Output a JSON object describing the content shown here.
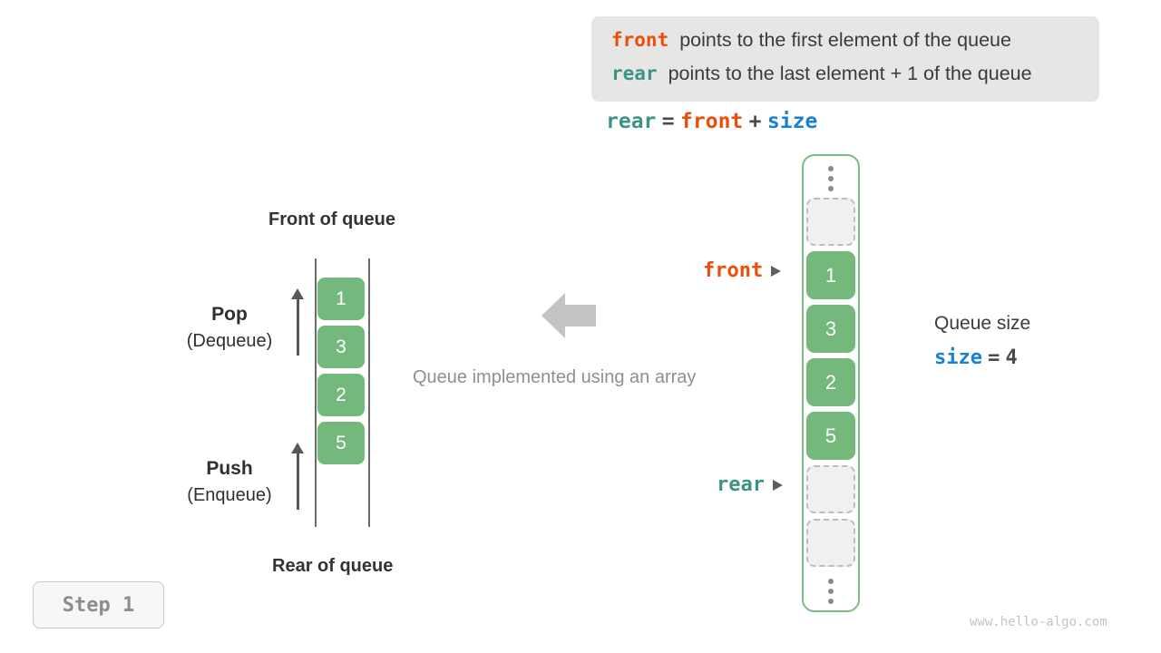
{
  "legend": {
    "lines": [
      {
        "keyword": "front",
        "keyword_color": "#ec4e0a",
        "text": "points to the first element of the queue"
      },
      {
        "keyword": "rear",
        "keyword_color": "#3c9487",
        "text": "points to the last element + 1 of the queue"
      }
    ],
    "background": "#e6e6e6"
  },
  "formula": {
    "lhs": "rear",
    "equals": "=",
    "rhs_a": "front",
    "plus": "+",
    "rhs_b": "size"
  },
  "left_queue": {
    "top_label": "Front of queue",
    "bottom_label": "Rear of queue",
    "cells": [
      "1",
      "3",
      "2",
      "5"
    ],
    "pop": {
      "title": "Pop",
      "subtitle": "(Dequeue)"
    },
    "push": {
      "title": "Push",
      "subtitle": "(Enqueue)"
    },
    "cell_color": "#74b87c"
  },
  "middle": {
    "caption": "Queue implemented using an array",
    "arrow_direction": "left",
    "arrow_color": "#c4c4c4"
  },
  "array": {
    "border_color": "#7cba83",
    "top_ellipsis": "⋮",
    "bottom_ellipsis": "⋮",
    "cells": [
      {
        "type": "empty",
        "value": ""
      },
      {
        "type": "filled",
        "value": "1"
      },
      {
        "type": "filled",
        "value": "3"
      },
      {
        "type": "filled",
        "value": "2"
      },
      {
        "type": "filled",
        "value": "5"
      },
      {
        "type": "empty",
        "value": ""
      },
      {
        "type": "empty",
        "value": ""
      }
    ],
    "pointers": {
      "front": {
        "label": "front",
        "color": "#ec4e0a"
      },
      "rear": {
        "label": "rear",
        "color": "#3c9487"
      }
    }
  },
  "queue_size": {
    "label": "Queue size",
    "var_name": "size",
    "equals": "=",
    "value": "4",
    "var_color": "#1781d4"
  },
  "step_badge": {
    "label": "Step 1"
  },
  "watermark": {
    "text": "www.hello-algo.com"
  }
}
